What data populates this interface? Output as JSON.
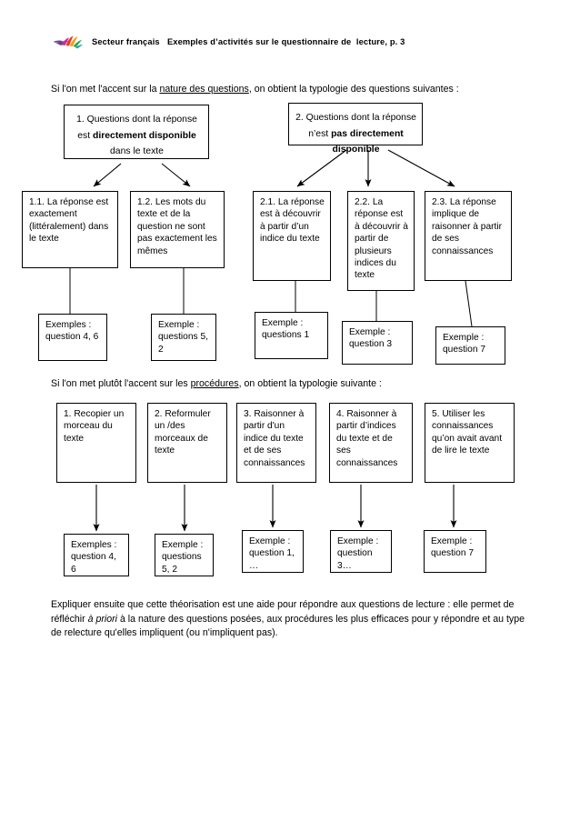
{
  "header": {
    "logo_name": "fan-logo-icon",
    "title": "Secteur français   Exemples d’activités sur le questionnaire de  lecture, p. 3"
  },
  "intro_1": {
    "before": "Si l'on met l'accent sur la ",
    "underlined": "nature des questions",
    "after": ", on obtient  la typologie des questions suivantes :"
  },
  "intro_2": {
    "before": "Si l'on met plutôt l'accent sur les ",
    "underlined": "procédures",
    "after": ", on obtient la typologie suivante :"
  },
  "diagram_1": {
    "top": [
      {
        "id": "box-1",
        "line1": "1. Questions dont la réponse",
        "line2_plain": "est ",
        "line2_bold": "directement disponible",
        "line3": "dans le texte"
      },
      {
        "id": "box-2",
        "line1": "2. Questions dont la réponse",
        "line2_plain": "n’est ",
        "line2_bold": "pas directement",
        "line3_bold": "disponible"
      }
    ],
    "middle": [
      {
        "id": "box-1-1",
        "text": "1.1. La réponse est exactement (littéralement) dans le texte"
      },
      {
        "id": "box-1-2",
        "text": "1.2. Les mots du texte et de la question ne sont pas exactement les mêmes"
      },
      {
        "id": "box-2-1",
        "text": "2.1. La réponse est  à découvrir à partir d’un indice du texte"
      },
      {
        "id": "box-2-2",
        "text": "2.2. La réponse est à découvrir à partir de plusieurs indices du texte"
      },
      {
        "id": "box-2-3",
        "text": "2.3. La réponse implique de raisonner à partir de ses connaissances"
      }
    ],
    "examples": [
      {
        "id": "ex-1-1",
        "text": "Exemples : question 4, 6"
      },
      {
        "id": "ex-1-2",
        "text": "Exemple : questions 5, 2"
      },
      {
        "id": "ex-2-1",
        "text": "Exemple : questions 1"
      },
      {
        "id": "ex-2-2",
        "text": "Exemple : question 3"
      },
      {
        "id": "ex-2-3",
        "text": "Exemple : question   7"
      }
    ]
  },
  "diagram_2": {
    "procedures": [
      {
        "id": "proc-1",
        "text": "1. Recopier un morceau du texte"
      },
      {
        "id": "proc-2",
        "text": "2. Reformuler un /des morceaux de texte"
      },
      {
        "id": "proc-3",
        "text": "3. Raisonner à partir d'un indice du texte et de ses connaissances"
      },
      {
        "id": "proc-4",
        "text": "4. Raisonner à partir d’indices du texte et de ses connaissances"
      },
      {
        "id": "proc-5",
        "text": "5. Utiliser les connaissances qu’on avait avant de lire le texte"
      }
    ],
    "examples": [
      {
        "id": "pex-1",
        "text": "Exemples : question 4, 6"
      },
      {
        "id": "pex-2",
        "text": "Exemple : questions 5, 2"
      },
      {
        "id": "pex-3",
        "text": "Exemple : question 1, …"
      },
      {
        "id": "pex-4",
        "text": "Exemple : question 3…"
      },
      {
        "id": "pex-5",
        "text": "Exemple : question 7"
      }
    ]
  },
  "closing": {
    "part1": "Expliquer ensuite que cette théorisation est une aide pour répondre aux questions de lecture : elle permet de réfléchir ",
    "italic": "à priori",
    "part2": " à la nature des questions posées, aux procédures les plus efficaces pour y répondre et au type de relecture qu'elles impliquent (ou n'impliquent pas)."
  },
  "colors": {
    "ink": "#000000",
    "page": "#ffffff"
  }
}
